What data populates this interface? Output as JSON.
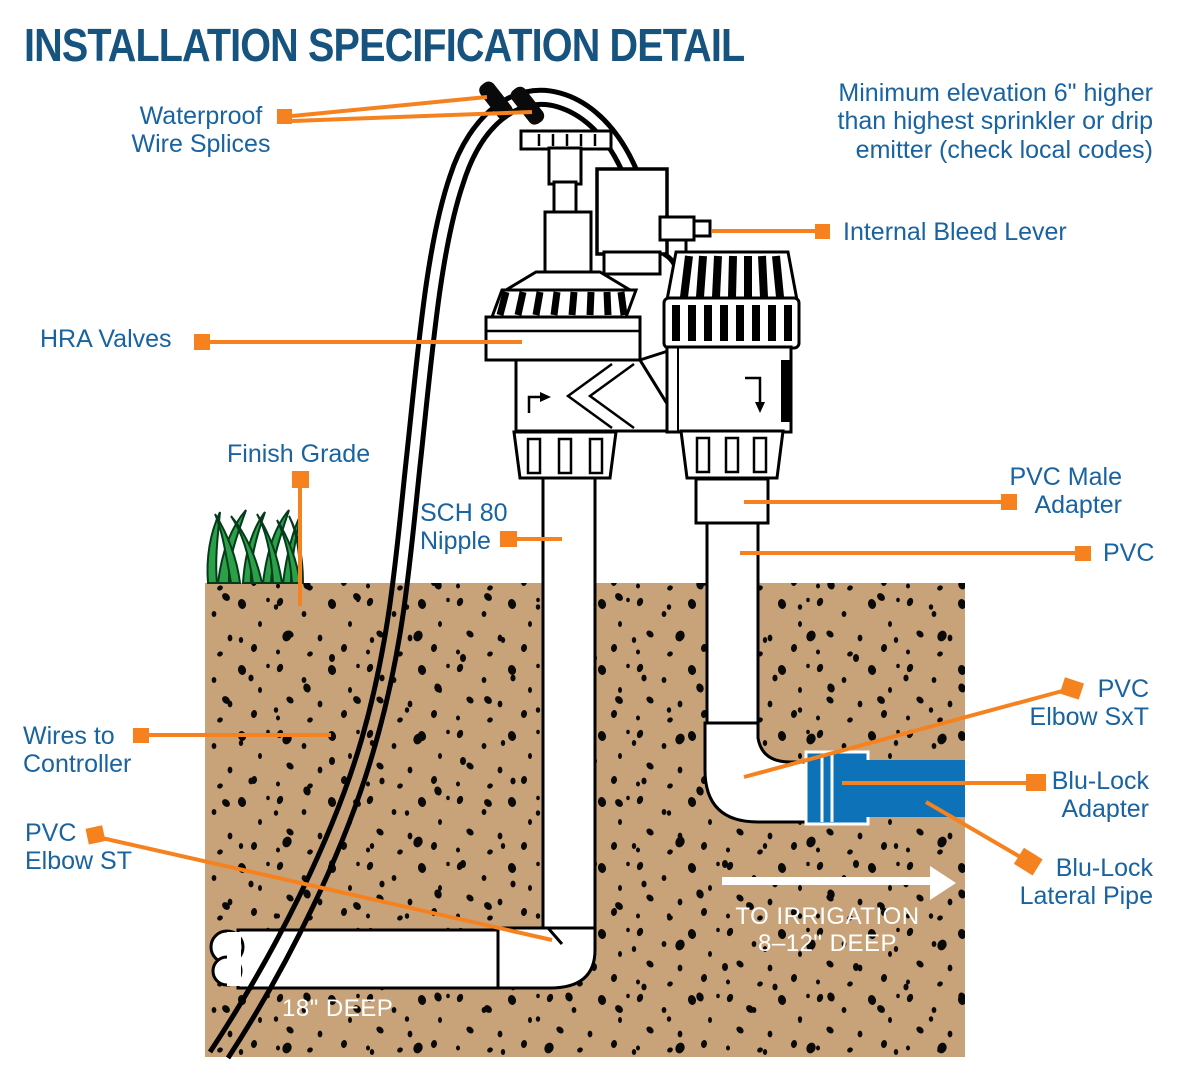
{
  "title": "INSTALLATION SPECIFICATION DETAIL",
  "colors": {
    "title_blue": "#17537F",
    "label_blue": "#1863A0",
    "leader_orange": "#F5821F",
    "soil_tan": "#C8A37A",
    "grass_green": "#2AA147",
    "blu_lock_blue": "#0D72B8",
    "line_black": "#000000",
    "pipe_white": "#FFFFFF"
  },
  "labels": {
    "waterproof": {
      "line1": "Waterproof",
      "line2": "Wire Splices"
    },
    "min_elevation": {
      "line1": "Minimum elevation 6\" higher",
      "line2": "than highest sprinkler or drip",
      "line3": "emitter (check local codes)"
    },
    "internal_bleed": {
      "line1": "Internal Bleed Lever"
    },
    "hra_valves": {
      "line1": "HRA Valves"
    },
    "finish_grade": {
      "line1": "Finish Grade"
    },
    "sch80": {
      "line1": "SCH 80",
      "line2": "Nipple"
    },
    "pvc_male_adapter": {
      "line1": "PVC Male",
      "line2": "Adapter"
    },
    "pvc": {
      "line1": "PVC"
    },
    "wires_controller": {
      "line1": "Wires to",
      "line2": "Controller"
    },
    "pvc_elbow_sxt": {
      "line1": "PVC",
      "line2": "Elbow SxT"
    },
    "blu_lock_adapter": {
      "line1": "Blu-Lock",
      "line2": "Adapter"
    },
    "pvc_elbow_st": {
      "line1": "PVC",
      "line2": "Elbow ST"
    },
    "blu_lock_lateral": {
      "line1": "Blu-Lock",
      "line2": "Lateral Pipe"
    },
    "to_irrigation": {
      "line1": "TO IRRIGATION",
      "line2": "8–12\" DEEP"
    },
    "depth_18": {
      "line1": "18\" DEEP"
    }
  }
}
